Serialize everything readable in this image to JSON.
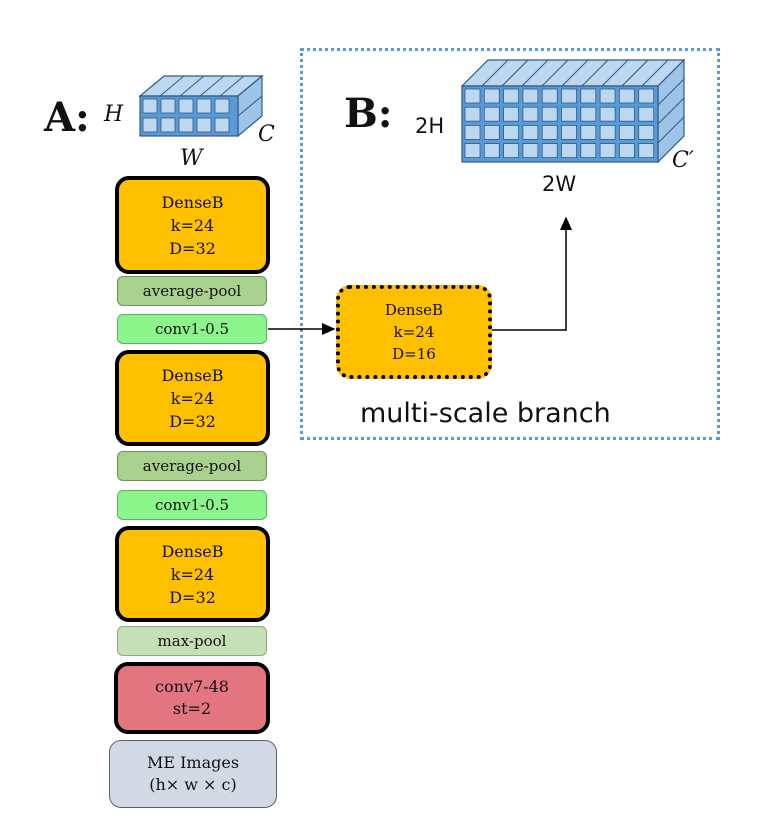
{
  "panel_a": {
    "label": "A:",
    "input_tensor": {
      "height_label": "H",
      "width_label": "W",
      "channel_label": "C"
    },
    "blocks": [
      {
        "name": "DenseB",
        "k": "k=24",
        "d": "D=32"
      },
      {
        "name": "average-pool"
      },
      {
        "name": "conv1-0.5"
      },
      {
        "name": "DenseB",
        "k": "k=24",
        "d": "D=32"
      },
      {
        "name": "average-pool"
      },
      {
        "name": "conv1-0.5"
      },
      {
        "name": "DenseB",
        "k": "k=24",
        "d": "D=32"
      },
      {
        "name": "max-pool"
      },
      {
        "name": "conv7-48",
        "stride": "st=2"
      },
      {
        "name": "ME Images",
        "shape": "(h× w × c)"
      }
    ]
  },
  "panel_b": {
    "label": "B:",
    "output_tensor": {
      "height_label": "2H",
      "width_label": "2W",
      "channel_label": "C′"
    },
    "branch_block": {
      "name": "DenseB",
      "k": "k=24",
      "d": "D=16"
    },
    "caption": "multi-scale branch"
  },
  "colors": {
    "dense_block": "#ffc000",
    "average_pool": "#a9d18e",
    "conv1": "#8bf58b",
    "max_pool": "#c5e0b4",
    "conv7": "#e27580",
    "input": "#d3d9e4",
    "tensor": "#5b9bd5",
    "panel_border": "#5b9bd5"
  }
}
